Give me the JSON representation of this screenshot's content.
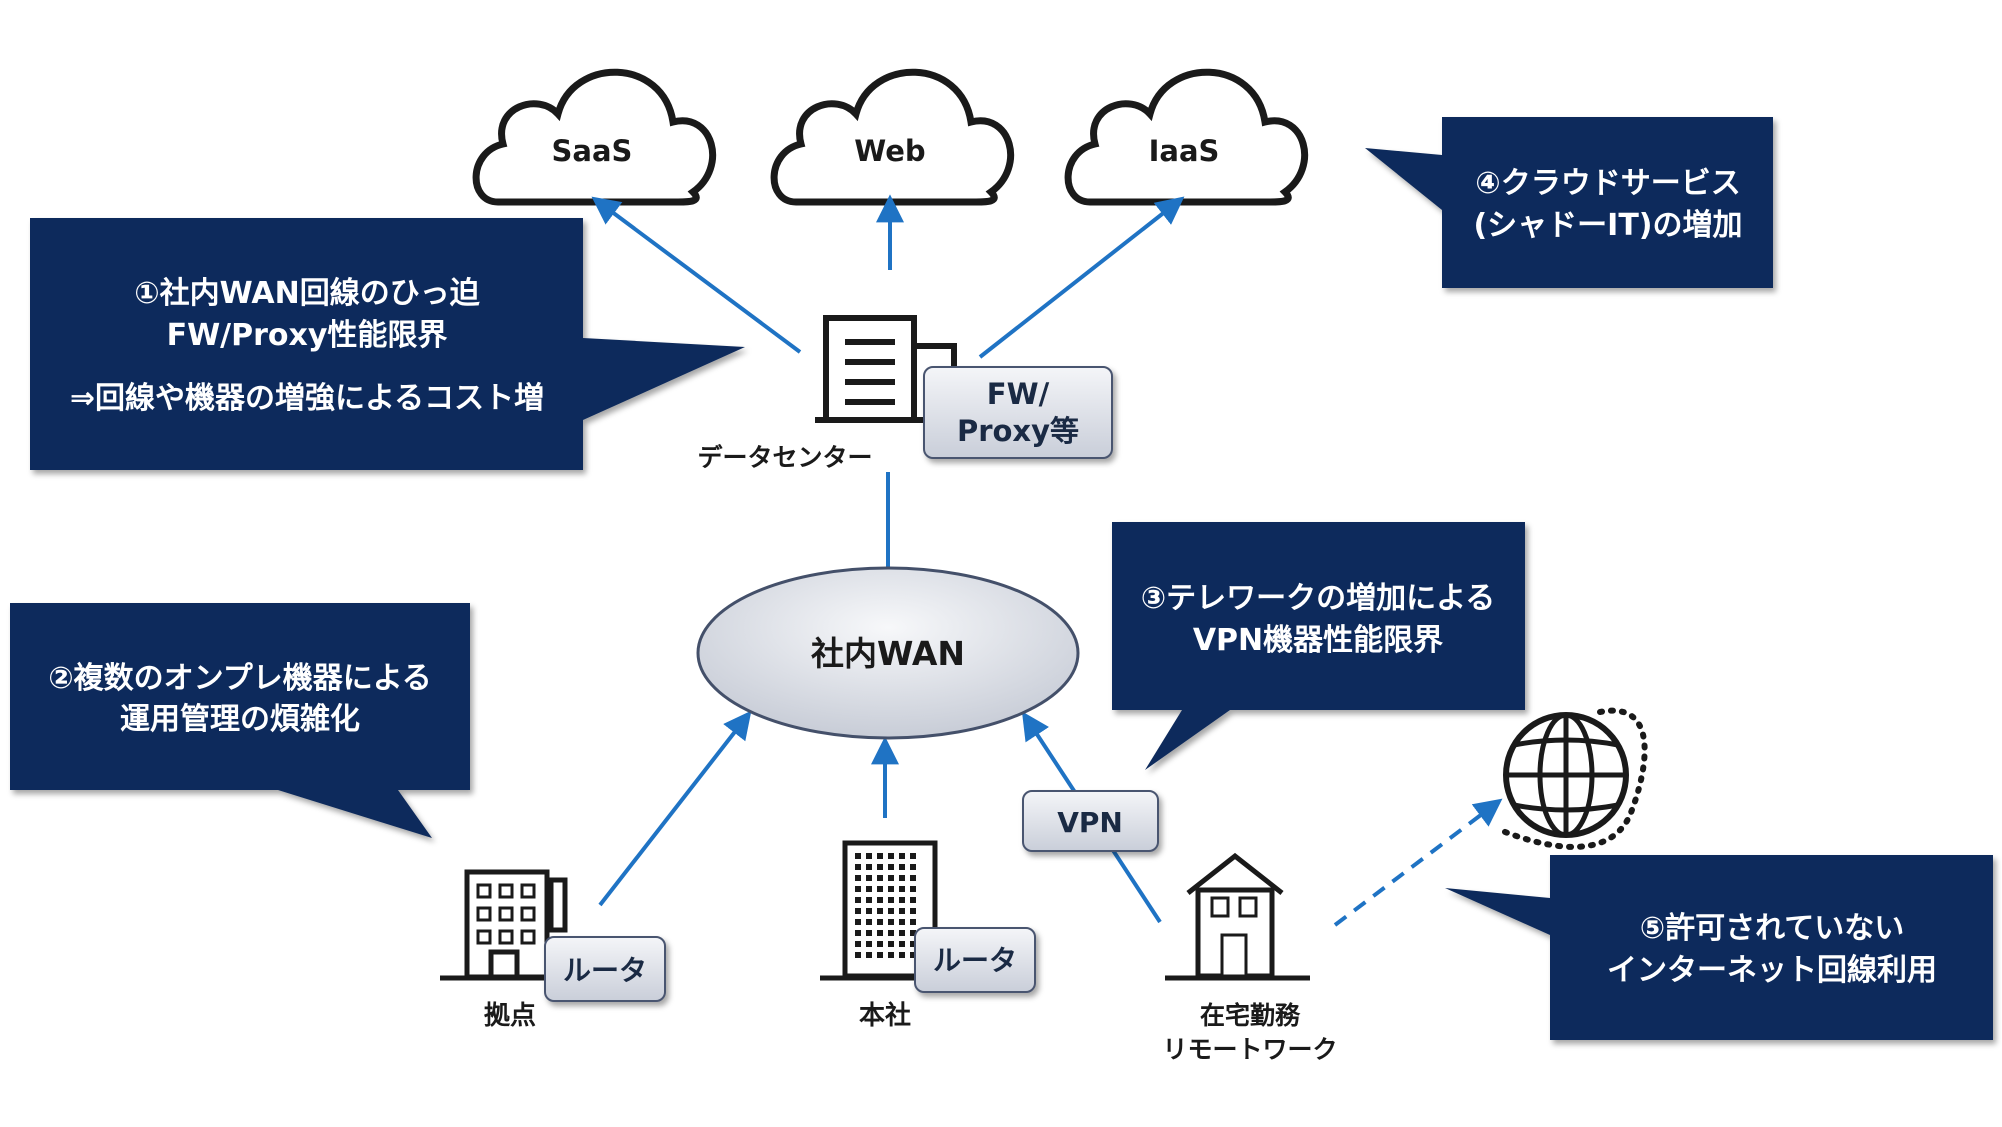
{
  "clouds": {
    "saas": "SaaS",
    "web": "Web",
    "iaas": "IaaS"
  },
  "datacenter": {
    "label": "データセンター",
    "fw_line1": "FW/",
    "fw_line2": "Proxy等"
  },
  "wan": {
    "label": "社内WAN"
  },
  "sites": {
    "branch": "拠点",
    "branch_router": "ルータ",
    "hq": "本社",
    "hq_router": "ルータ",
    "home_line1": "在宅勤務",
    "home_line2": "リモートワーク",
    "vpn": "VPN"
  },
  "callouts": {
    "c1": {
      "line1": "①社内WAN回線のひっ迫",
      "line2": "FW/Proxy性能限界",
      "line3": "⇒回線や機器の増強によるコスト増"
    },
    "c2": {
      "line1": "②複数のオンプレ機器による",
      "line2": "運用管理の煩雑化"
    },
    "c3": {
      "line1": "③テレワークの増加による",
      "line2": "VPN機器性能限界"
    },
    "c4": {
      "line1": "④クラウドサービス",
      "line2": "(シャドーIT)の増加"
    },
    "c5": {
      "line1": "⑤許可されていない",
      "line2": "インターネット回線利用"
    }
  },
  "colors": {
    "callout_bg": "#0f2b5b",
    "arrow": "#1f73c4",
    "box_fill": "#d9dde6",
    "icon_stroke": "#1a1a1a"
  }
}
